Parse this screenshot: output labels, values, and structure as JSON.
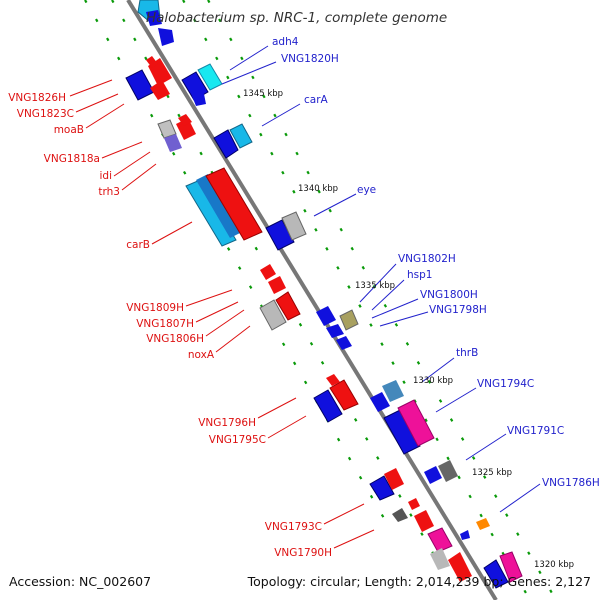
{
  "title": "Halobacterium sp. NRC-1, complete genome",
  "accession": "Accession: NC_002607",
  "topology": "Topology: circular; Length: 2,014,239 bp; Genes: 2,127",
  "kbp_ticks": [
    "1345 kbp",
    "1340 kbp",
    "1335 kbp",
    "1330 kbp",
    "1325 kbp",
    "1320 kbp"
  ],
  "genes_right": [
    "adh4",
    "VNG1820H",
    "carA",
    "eye",
    "VNG1802H",
    "hsp1",
    "VNG1800H",
    "VNG1798H",
    "thrB",
    "VNG1794C",
    "VNG1791C",
    "VNG1786H"
  ],
  "genes_left": [
    "VNG1826H",
    "VNG1823C",
    "moaB",
    "VNG1818a",
    "idi",
    "trh3",
    "carB",
    "VNG1809H",
    "VNG1807H",
    "VNG1806H",
    "noxA",
    "VNG1796H",
    "VNG1795C",
    "VNG1793C",
    "VNG1790H"
  ],
  "colors": {
    "backbone": "#808080",
    "tick_green": "#0a9a0a",
    "blue_gene": "#1010dd",
    "red_gene": "#ee1111",
    "gray_gene": "#b8b8b8",
    "cyan_gene": "#18b8e8",
    "magenta_gene": "#ee1199",
    "olive_gene": "#a8a060",
    "orange_gene": "#ff8800",
    "label_blue": "#2222cc",
    "label_red": "#dd1111"
  }
}
